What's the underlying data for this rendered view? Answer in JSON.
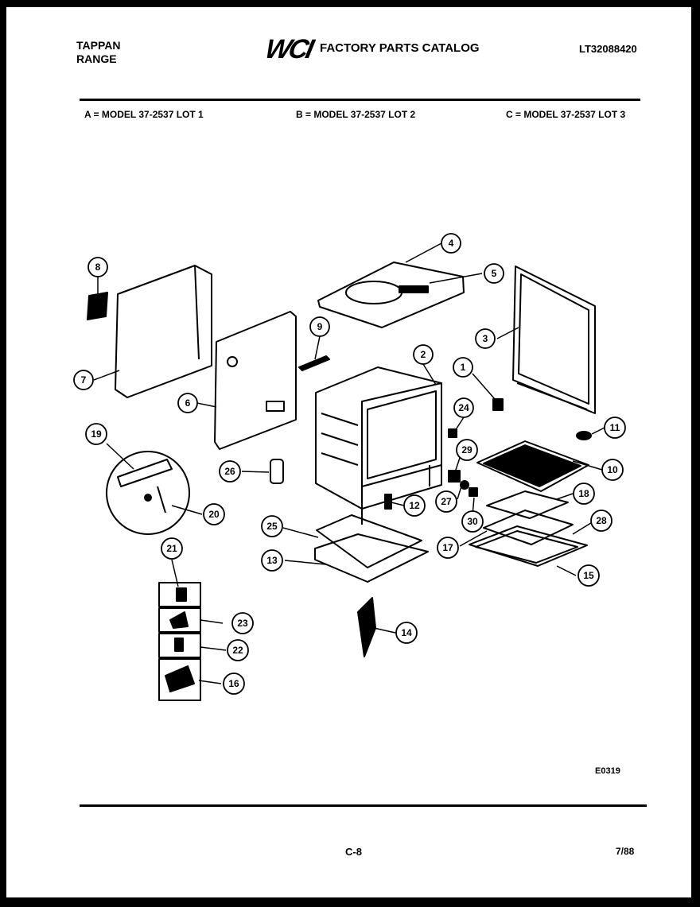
{
  "header": {
    "brand_line1": "TAPPAN",
    "brand_line2": "RANGE",
    "logo": "WCI",
    "catalog_title": "FACTORY PARTS CATALOG",
    "document_number": "LT32088420"
  },
  "models": {
    "a": "A = MODEL 37-2537 LOT 1",
    "b": "B = MODEL 37-2537 LOT 2",
    "c": "C = MODEL 37-2537 LOT 3"
  },
  "diagram": {
    "callouts": [
      "1",
      "2",
      "3",
      "4",
      "5",
      "6",
      "7",
      "8",
      "9",
      "10",
      "11",
      "12",
      "13",
      "14",
      "15",
      "16",
      "17",
      "18",
      "19",
      "20",
      "21",
      "22",
      "23",
      "24",
      "25",
      "26",
      "27",
      "28",
      "29",
      "30"
    ],
    "drawing_code": "E0319"
  },
  "footer": {
    "page": "C-8",
    "date": "7/88"
  }
}
